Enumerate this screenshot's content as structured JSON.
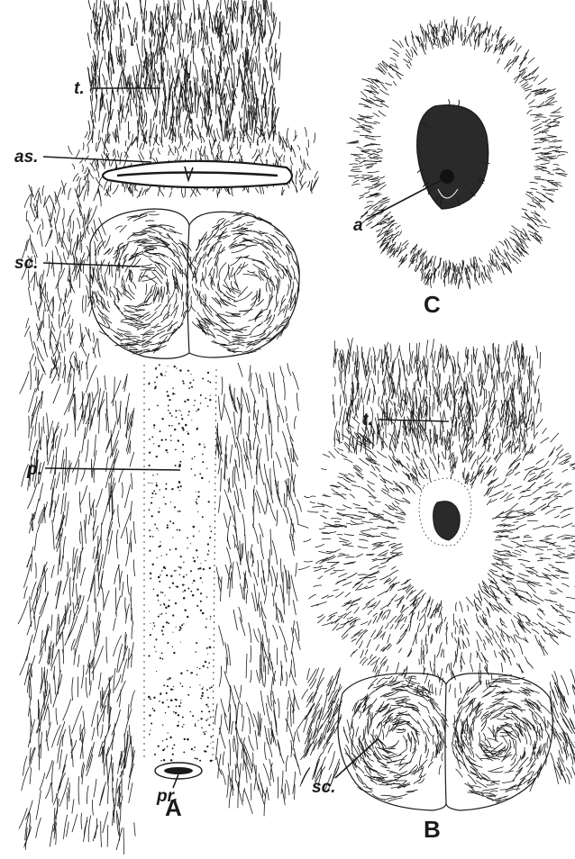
{
  "panels": {
    "a": {
      "letter": "A",
      "labels": {
        "t": "t.",
        "as": "as.",
        "sc": "sc.",
        "p": "p.",
        "pr": "pr."
      }
    },
    "b": {
      "letter": "B",
      "labels": {
        "t": "t.",
        "sc": "sc."
      }
    },
    "c": {
      "letter": "C",
      "labels": {
        "a": "a"
      }
    }
  },
  "colors": {
    "ink": "#1a1a1a",
    "paper": "#ffffff"
  }
}
